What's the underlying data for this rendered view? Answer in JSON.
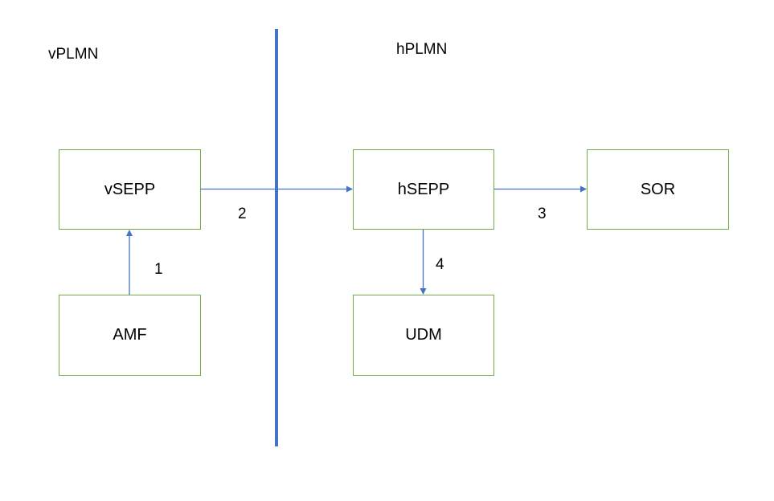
{
  "regions": {
    "visited": "vPLMN",
    "home": "hPLMN"
  },
  "nodes": {
    "vsepp": "vSEPP",
    "amf": "AMF",
    "hsepp": "hSEPP",
    "sor": "SOR",
    "udm": "UDM"
  },
  "steps": {
    "amf_to_vsepp": "1",
    "vsepp_to_hsepp": "2",
    "hsepp_to_sor": "3",
    "hsepp_to_udm": "4"
  },
  "colors": {
    "box_border": "#70ad47",
    "arrow": "#4472c4",
    "divider": "#4472c4"
  }
}
